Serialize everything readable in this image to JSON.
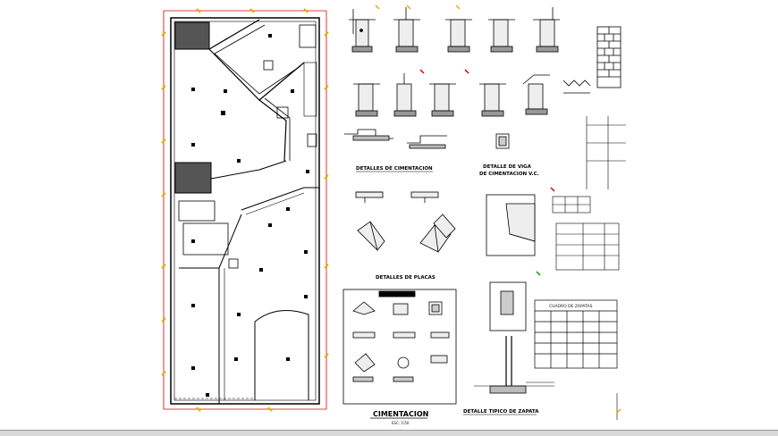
{
  "titles": {
    "main_plan": "CIMENTACION",
    "main_plan_scale": "ESC: 1/50",
    "foundation_details": "DETALLES DE CIMENTACION",
    "beam_detail_line1": "DETALLE DE VIGA",
    "beam_detail_line2": "DE CIMENTACION V.C.",
    "plate_details": "DETALLES DE PLACAS",
    "footing_detail": "DETALLE TIPICO DE ZAPATA"
  },
  "footing_table": {
    "title": "CUADRO DE ZAPATAS"
  },
  "colors": {
    "background": "#ffffff",
    "drawing": "#000000",
    "dimension_red": "#d40000",
    "dimension_yellow": "#e0b000",
    "callout_green": "#00a000"
  }
}
